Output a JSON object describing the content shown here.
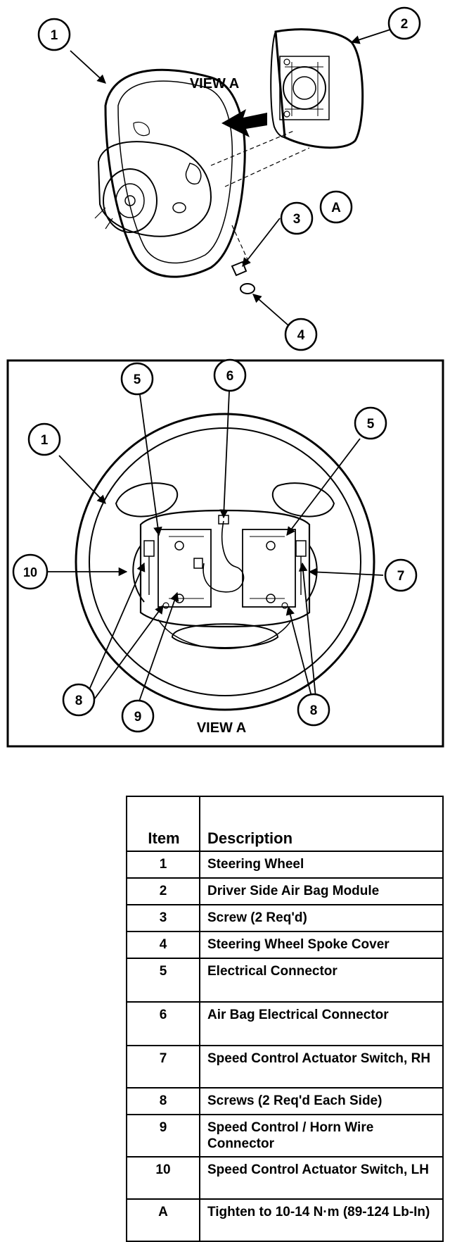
{
  "top_view": {
    "view_label": "VIEW A",
    "callouts": [
      "1",
      "2",
      "3",
      "A",
      "4"
    ]
  },
  "bottom_view": {
    "view_label": "VIEW A",
    "callouts": [
      "5",
      "6",
      "5",
      "1",
      "10",
      "7",
      "8",
      "9",
      "8"
    ]
  },
  "legend": {
    "header_item": "Item",
    "header_description": "Description",
    "rows": [
      {
        "item": "1",
        "description": "Steering Wheel"
      },
      {
        "item": "2",
        "description": "Driver Side Air Bag Module"
      },
      {
        "item": "3",
        "description": "Screw (2 Req'd)"
      },
      {
        "item": "4",
        "description": "Steering Wheel Spoke Cover"
      },
      {
        "item": "5",
        "description": "Electrical Connector"
      },
      {
        "item": "6",
        "description": "Air Bag Electrical Connector"
      },
      {
        "item": "7",
        "description": "Speed Control Actuator Switch, RH"
      },
      {
        "item": "8",
        "description": "Screws (2 Req'd Each Side)"
      },
      {
        "item": "9",
        "description": "Speed Control / Horn Wire Connector"
      },
      {
        "item": "10",
        "description": "Speed Control Actuator Switch, LH"
      },
      {
        "item": "A",
        "description": "Tighten to 10-14 N·m (89-124 Lb-In)"
      }
    ]
  }
}
